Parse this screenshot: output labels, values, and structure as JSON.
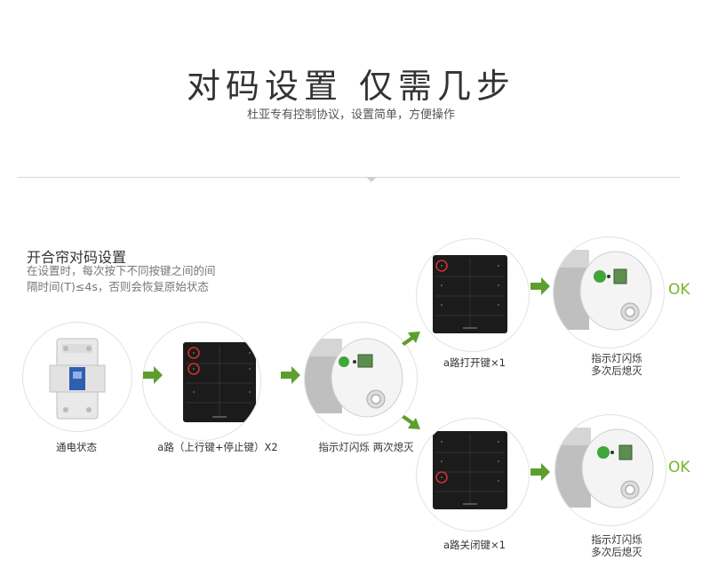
{
  "header": {
    "title": "对码设置  仅需几步",
    "subtitle": "杜亚专有控制协议，设置简单，方便操作"
  },
  "section": {
    "heading": "开合帘对码设置",
    "description_line1": "在设置时，每次按下不同按键之间的间",
    "description_line2": "隔时间(T)≤4s，否则会恢复原始状态"
  },
  "steps": {
    "power_caption": "通电状态",
    "panel_caption": "a路（上行键+停止键）X2",
    "motor_caption": "指示灯闪烁  两次熄灭",
    "open_caption": "a路打开键×1",
    "close_caption": "a路关闭键×1",
    "result_top_line1": "指示灯闪烁",
    "result_top_line2": "多次后熄灭",
    "result_bottom_line1": "指示灯闪烁",
    "result_bottom_line2": "多次后熄灭",
    "ok_top": "OK",
    "ok_bottom": "OK"
  },
  "colors": {
    "accent_green": "#78b62a",
    "arrow_green": "#5e9e2e",
    "highlight_red": "#d0312d",
    "panel_black": "#1b1b1b"
  }
}
